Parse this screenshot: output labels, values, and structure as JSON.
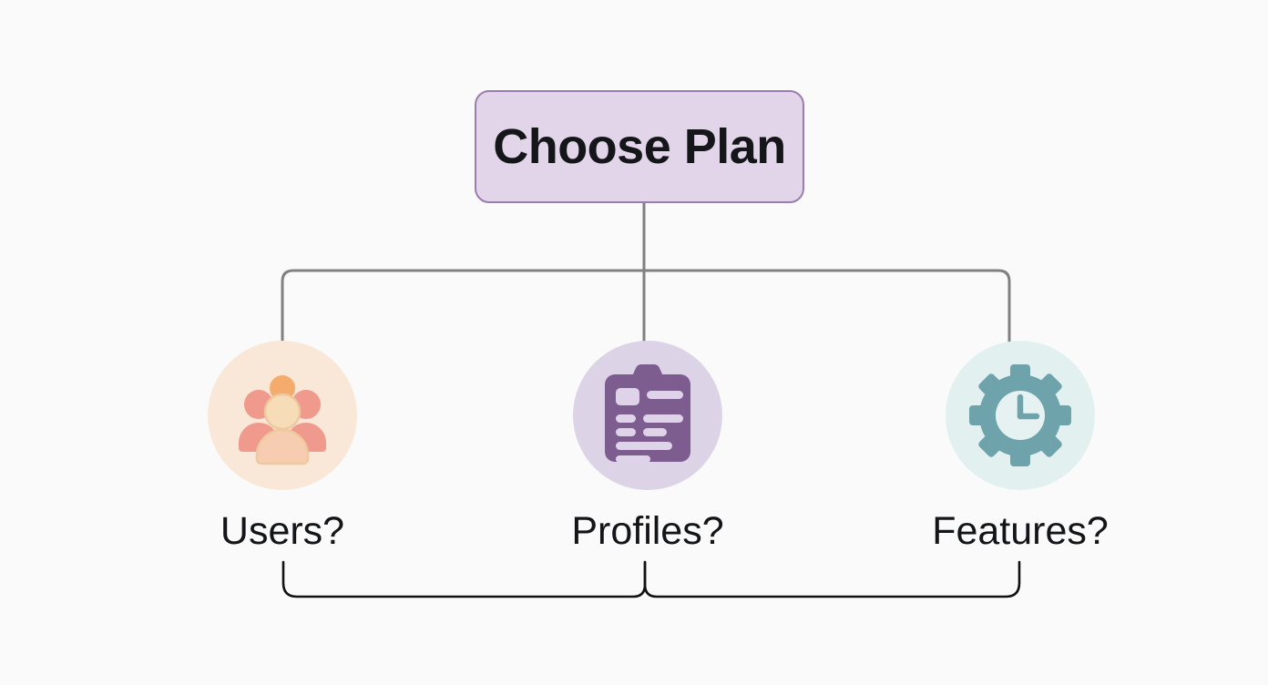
{
  "diagram": {
    "type": "decision-tree",
    "background_color": "#fafafa",
    "root": {
      "label": "Choose Plan",
      "fill_color": "#e2d5ea",
      "border_color": "#9a7cae",
      "text_color": "#15161a"
    },
    "connector": {
      "color": "#808080",
      "brace_color": "#111111"
    },
    "branches": [
      {
        "label": "Users?",
        "icon_name": "users-group-icon",
        "circle_color": "#f9e7d8",
        "icon_colors": {
          "center": "#f6cdb0",
          "side": "#ef9a8c",
          "top_head": "#f5ab6b",
          "center_head": "#f7dcb8"
        }
      },
      {
        "label": "Profiles?",
        "icon_name": "clipboard-profile-icon",
        "circle_color": "#ddd3e7",
        "icon_colors": {
          "board": "#7d5d90",
          "lines": "#ded3e8"
        }
      },
      {
        "label": "Features?",
        "icon_name": "gear-clock-icon",
        "circle_color": "#e2f0f0",
        "icon_colors": {
          "gear": "#6fa3ac",
          "face": "#e6f2f2",
          "hands": "#6fa3ac"
        }
      }
    ],
    "brace": {
      "name": "grouping-brace",
      "spans_branches": [
        "Users?",
        "Profiles?",
        "Features?"
      ],
      "orientation": "upward-peak-center"
    }
  }
}
